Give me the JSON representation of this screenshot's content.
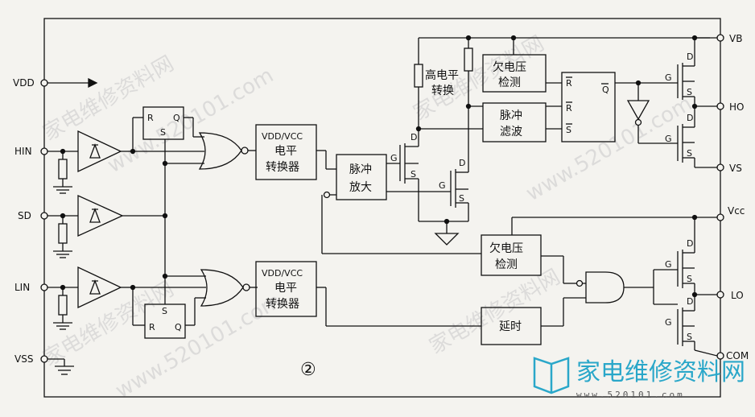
{
  "pins": {
    "vdd": "VDD",
    "hin": "HIN",
    "sd": "SD",
    "lin": "LIN",
    "vss": "VSS",
    "vb": "VB",
    "ho": "HO",
    "vs": "VS",
    "vcc": "Vcc",
    "lo": "LO",
    "com": "COM"
  },
  "blocks": {
    "level_shift_hi": [
      "VDD/VCC",
      "电平",
      "转换器"
    ],
    "level_shift_lo": [
      "VDD/VCC",
      "电平",
      "转换器"
    ],
    "pulse_amp": [
      "脉冲",
      "放大"
    ],
    "uv_detect_hi": [
      "欠电压",
      "检测"
    ],
    "pulse_filter": [
      "脉冲",
      "滤波"
    ],
    "uv_detect_lo": [
      "欠电压",
      "检测"
    ],
    "delay": "延时",
    "high_level_shift": [
      "高电平",
      "转换"
    ]
  },
  "latch": {
    "r": "R",
    "s": "S",
    "q": "Q"
  },
  "rs_ff": {
    "r1": "R",
    "r2": "R",
    "s": "S",
    "qbar": "Q"
  },
  "mosfet": {
    "d": "D",
    "g": "G",
    "s": "S"
  },
  "figure_number": "②",
  "watermarks": [
    "家电维修资料网",
    "www.520101.com"
  ],
  "logo": {
    "name": "家电维修资料网",
    "url": "www.520101.com"
  },
  "colors": {
    "line": "#111111",
    "logo": "#2aa7c9",
    "paper": "#f4f3ef"
  }
}
